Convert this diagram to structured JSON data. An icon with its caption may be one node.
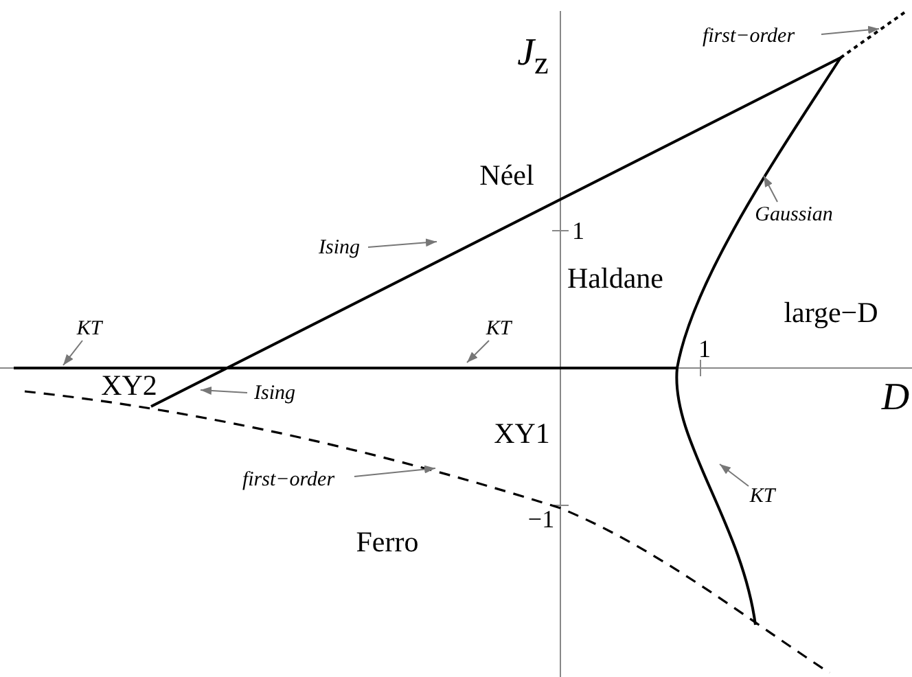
{
  "diagram": {
    "nodes": [
      {
        "text": [
          "first−order"
        ]
      },
      {
        "text": [
          "Gaussian"
        ]
      },
      {
        "text": [
          "Ising"
        ]
      },
      {
        "text": [
          "KT"
        ]
      },
      {
        "text": [
          "KT"
        ]
      },
      {
        "text": [
          "Ising"
        ]
      },
      {
        "text": [
          "first−order"
        ]
      },
      {
        "text": [
          "KT"
        ]
      }
    ],
    "edges": [
      {
        "from": 0,
        "to": null,
        "arrow": "to"
      },
      {
        "from": 1,
        "to": null,
        "arrow": "to"
      },
      {
        "from": 2,
        "to": null,
        "arrow": "to"
      },
      {
        "from": 3,
        "to": null,
        "arrow": "to"
      },
      {
        "from": 4,
        "to": null,
        "arrow": "to"
      },
      {
        "from": 5,
        "to": null,
        "arrow": "to"
      },
      {
        "from": 6,
        "to": null,
        "arrow": "to"
      },
      {
        "from": 7,
        "to": null,
        "arrow": "to"
      }
    ],
    "labels": [
      "*J*$_{z}$",
      "Néel",
      "1",
      "Haldane",
      "large−D",
      "1",
      "XY2",
      "*D*",
      "XY1",
      "−1",
      "Ferro"
    ]
  }
}
